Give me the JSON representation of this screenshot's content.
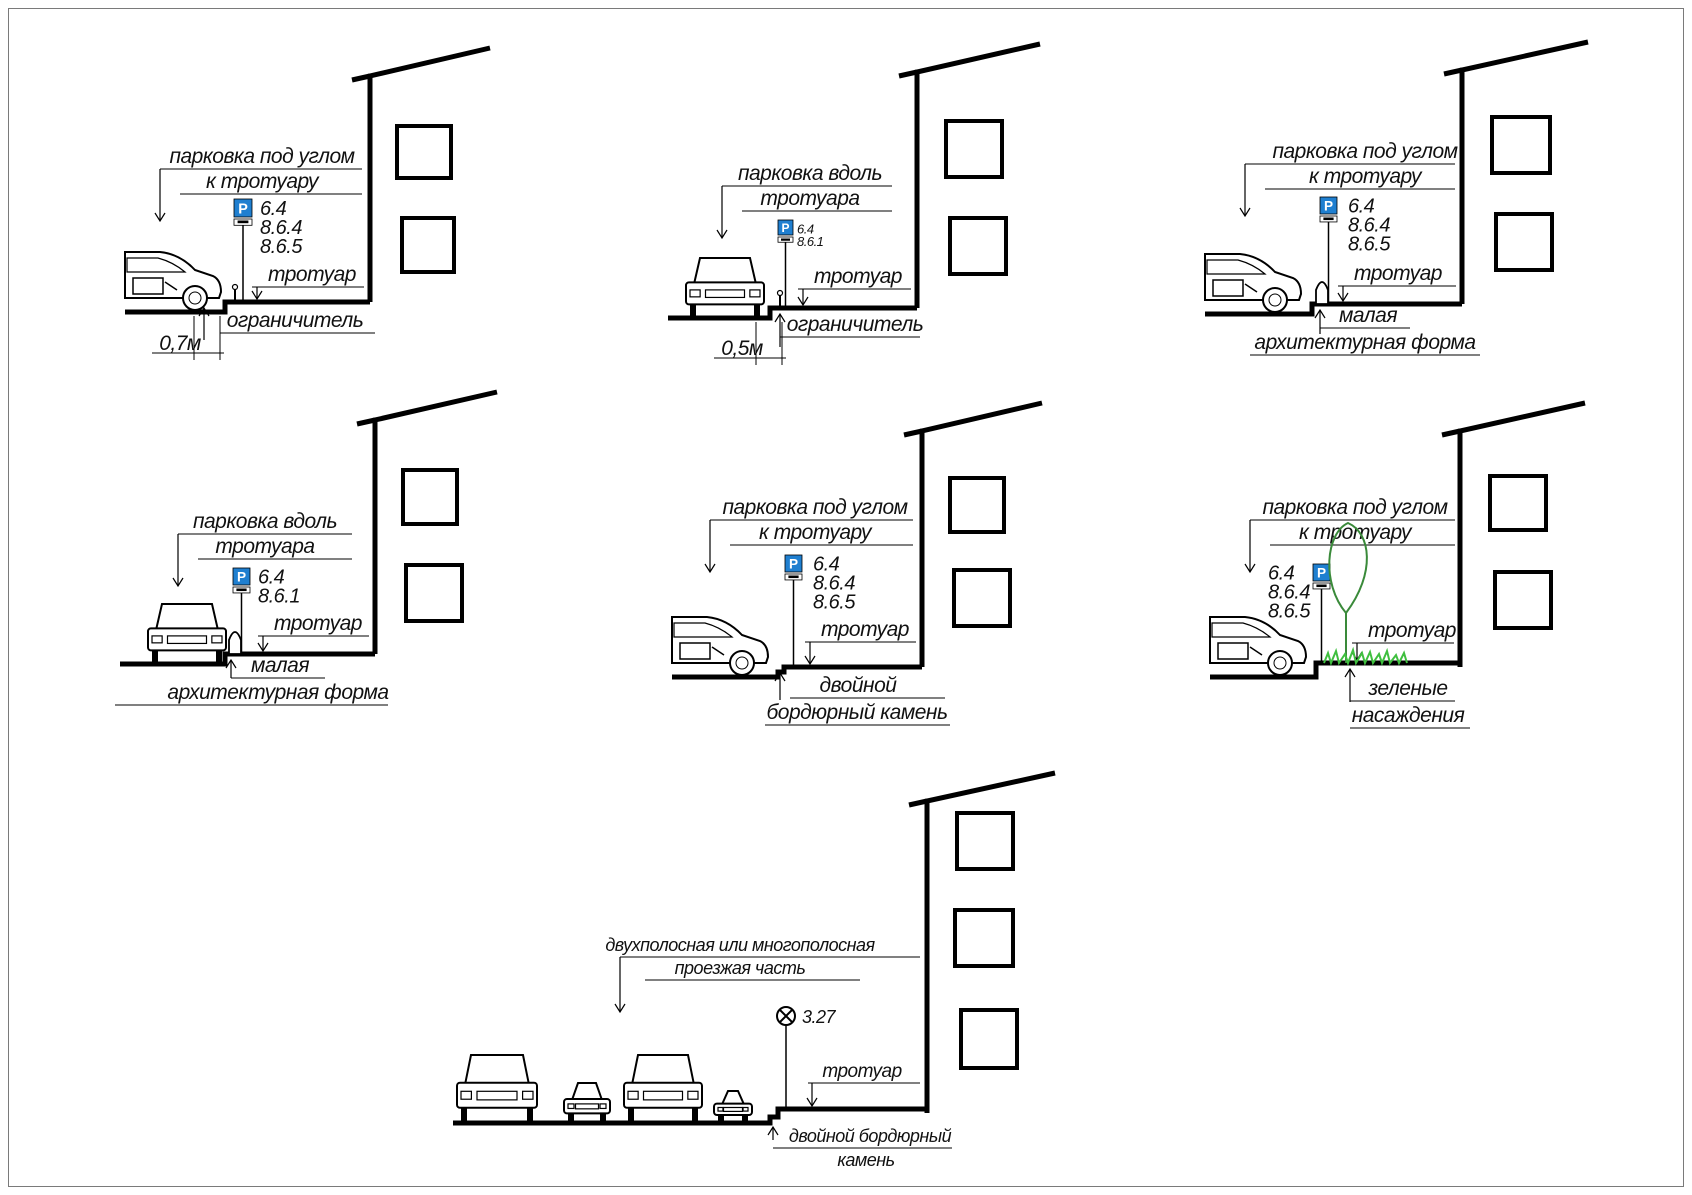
{
  "colors": {
    "ink": "#000000",
    "sign_blue": "#1f7fd0",
    "tree": "#3a8a3a",
    "grass": "#3fbf3f"
  },
  "panels": [
    {
      "id": 1,
      "title_lines": [
        "парковка под углом",
        "к тротуару"
      ],
      "sign_codes": [
        "6.4",
        "8.6.4",
        "8.6.5"
      ],
      "sidewalk": "тротуар",
      "bottom_lines": [
        "ограничитель"
      ],
      "dimension": "0,7м",
      "vehicle": "car-side",
      "element": "limiter"
    },
    {
      "id": 2,
      "title_lines": [
        "парковка вдоль",
        "тротуара"
      ],
      "sign_codes": [
        "6.4",
        "8.6.1"
      ],
      "sidewalk": "тротуар",
      "bottom_lines": [
        "ограничитель"
      ],
      "dimension": "0,5м",
      "vehicle": "car-front",
      "element": "limiter"
    },
    {
      "id": 3,
      "title_lines": [
        "парковка под углом",
        "к тротуару"
      ],
      "sign_codes": [
        "6.4",
        "8.6.4",
        "8.6.5"
      ],
      "sidewalk": "тротуар",
      "bottom_lines": [
        "малая",
        "архитектурная форма"
      ],
      "dimension": "",
      "vehicle": "car-side",
      "element": "bollard"
    },
    {
      "id": 4,
      "title_lines": [
        "парковка вдоль",
        "тротуара"
      ],
      "sign_codes": [
        "6.4",
        "8.6.1"
      ],
      "sidewalk": "тротуар",
      "bottom_lines": [
        "малая",
        "архитектурная форма"
      ],
      "dimension": "",
      "vehicle": "car-front",
      "element": "bollard"
    },
    {
      "id": 5,
      "title_lines": [
        "парковка под углом",
        "к тротуару"
      ],
      "sign_codes": [
        "6.4",
        "8.6.4",
        "8.6.5"
      ],
      "sidewalk": "тротуар",
      "bottom_lines": [
        "двойной",
        "бордюрный камень"
      ],
      "dimension": "",
      "vehicle": "car-side",
      "element": "double-curb"
    },
    {
      "id": 6,
      "title_lines": [
        "парковка под углом",
        "к тротуару"
      ],
      "sign_codes": [
        "6.4",
        "8.6.4",
        "8.6.5"
      ],
      "sidewalk": "тротуар",
      "bottom_lines": [
        "зеленые",
        "насаждения"
      ],
      "dimension": "",
      "vehicle": "car-side",
      "element": "greenery"
    },
    {
      "id": 7,
      "title_lines": [
        "двухполосная или многополосная",
        "проезжая часть"
      ],
      "sign_codes": [
        "3.27"
      ],
      "sidewalk": "тротуар",
      "bottom_lines": [
        "двойной бордюрный",
        "камень"
      ],
      "dimension": "",
      "vehicle": "traffic",
      "element": "double-curb"
    }
  ],
  "sign_letter": "P"
}
